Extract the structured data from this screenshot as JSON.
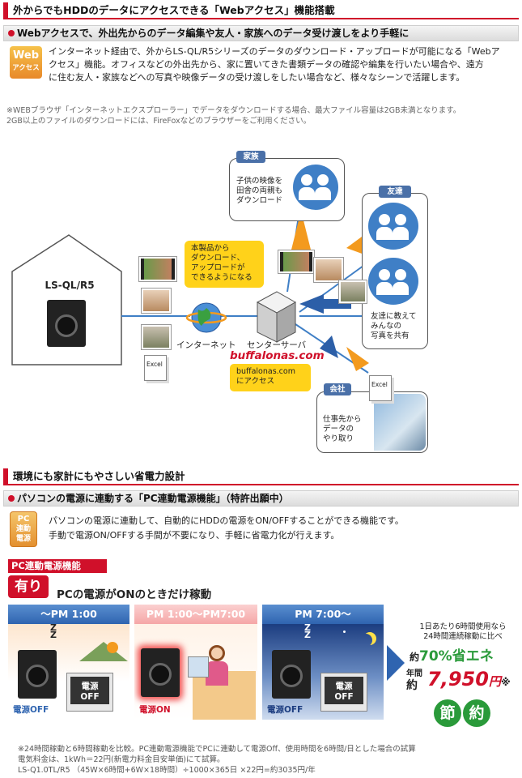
{
  "section1": {
    "heading": "外からでもHDDのデータにアクセスできる「Webアクセス」機能搭載",
    "subheading": "Webアクセスで、外出先からのデータ編集や友人・家族へのデータ受け渡しをより手軽に",
    "icon_line1": "Web",
    "icon_line2": "アクセス",
    "body_line1": "インターネット経由で、外からLS-QL/R5シリーズのデータのダウンロード・アップロードが可能になる「Webア",
    "body_line2": "クセス」機能。オフィスなどの外出先から、家に置いてきた書類データの確認や編集を行いたい場合や、遠方",
    "body_line3": "に住む友人・家族などへの写真や映像データの受け渡しをしたい場合など、様々なシーンで活躍します。",
    "note_line1": "※WEBブラウザ「インターネットエクスプローラー」でデータをダウンロードする場合、最大ファイル容量は2GB未満となります。",
    "note_line2": "2GB以上のファイルのダウンロードには、FireFoxなどのブラウザーをご利用ください。"
  },
  "diagram": {
    "family_tag": "家族",
    "family_text": [
      "子供の映像を",
      "田舎の両親も",
      "ダウンロード"
    ],
    "friend_tag": "友達",
    "friend_text": [
      "友達に教えて",
      "みんなの",
      "写真を共有"
    ],
    "company_tag": "会社",
    "company_text": [
      "仕事先から",
      "データの",
      "やり取り"
    ],
    "house_label": "LS-QL/R5",
    "callout_text": [
      "本製品から",
      "ダウンロード、",
      "アップロードが",
      "できるようになる"
    ],
    "internet_label": "インターネット",
    "server_label": "センターサーバ",
    "brand": "buffalonas.com",
    "access_text": [
      "buffalonas.com",
      "にアクセス"
    ],
    "excel_label": "Excel"
  },
  "section2": {
    "heading": "環境にも家計にもやさしい省電力設計",
    "subheading": "パソコンの電源に連動する「PC連動電源機能」（特許出願中）",
    "icon_line1": "PC",
    "icon_line2": "連動",
    "icon_line3": "電源",
    "body_line1": "パソコンの電源に連動して、自動的にHDDの電源をON/OFFすることができる機能です。",
    "body_line2": "手動で電源ON/OFFする手間が不要になり、手軽に省電力化が行えます。"
  },
  "banner": {
    "title_tag": "PC連動電源機能",
    "ari": "有り",
    "tagline": "PCの電源がONのときだけ稼動",
    "columns": [
      {
        "head": "〜PM 1:00",
        "nas_state": "電源OFF",
        "pc_screen": "電源\nOFF"
      },
      {
        "head": "PM 1:00〜PM7:00",
        "nas_state": "電源ON"
      },
      {
        "head": "PM 7:00〜",
        "nas_state": "電源OFF",
        "pc_screen": "電源\nOFF"
      }
    ],
    "zz": "Z\nZ",
    "saving_line1": "1日あたり6時間使用なら",
    "saving_line2": "24時間連続稼動に比べ",
    "saving_prefix": "約",
    "saving_pct": "70%省エネ",
    "annual_label1": "年間",
    "annual_label2": "約",
    "annual_value": "7,950",
    "annual_unit": "円",
    "annual_mark": "※",
    "setsuyaku1": "節",
    "setsuyaku2": "約"
  },
  "footnote": {
    "line1": "※24時間稼動と6時間稼動を比較。PC連動電源機能でPCに連動して電源Off、使用時間を6時間/日とした場合の試算",
    "line2": "電気料金は、1kWh＝22円(新電力料金目安単価)にて試算。",
    "line3": "LS-Q1.0TL/R5 （45W×6時間+6W×18時間）÷1000×365日 ×22円=約3035円/年"
  },
  "colors": {
    "accent_red": "#d0102a",
    "blue": "#3f7fc6",
    "orange": "#f39a1e",
    "green": "#2a9a3a"
  }
}
